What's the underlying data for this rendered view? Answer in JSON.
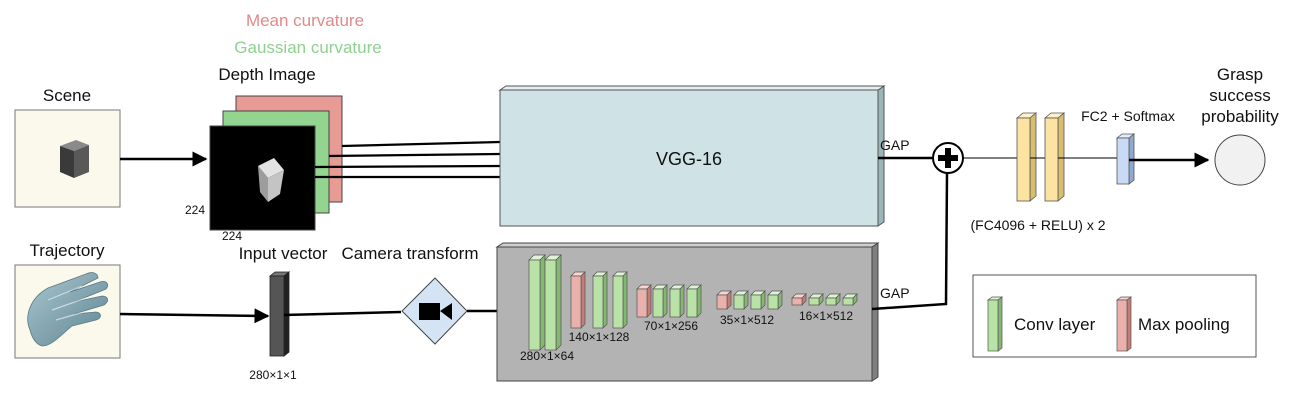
{
  "labels": {
    "mean_curvature": "Mean curvature",
    "gaussian_curvature": "Gaussian curvature",
    "depth_image": "Depth Image",
    "scene": "Scene",
    "trajectory": "Trajectory",
    "input_vector": "Input vector",
    "camera_transform": "Camera transform",
    "vgg": "VGG-16",
    "gap_top": "GAP",
    "gap_bottom": "GAP",
    "fc2": "FC2 + Softmax",
    "fc4096": "(FC4096 + RELU) x 2",
    "grasp_line1": "Grasp",
    "grasp_line2": "success",
    "grasp_line3": "probability",
    "size_w": "224",
    "size_h": "224",
    "vector_size": "280×1×1"
  },
  "conv_groups": [
    {
      "label": "280×1×64"
    },
    {
      "label": "140×1×128"
    },
    {
      "label": "70×1×256"
    },
    {
      "label": "35×1×512"
    },
    {
      "label": "16×1×512"
    }
  ],
  "legend": {
    "conv": "Conv layer",
    "pool": "Max pooling"
  },
  "colors": {
    "mean_curvature": "#e08a8a",
    "gaussian_curvature": "#8fd08f",
    "vgg_fill": "#cfe3e6",
    "cnn_fill": "#b3b3b3",
    "conv_green": "#b9e3a6",
    "pool_red": "#eab0ab",
    "fc_yellow": "#fde3a1",
    "fc_blue": "#c8daf5",
    "camera_fill": "#d5e4f4"
  }
}
